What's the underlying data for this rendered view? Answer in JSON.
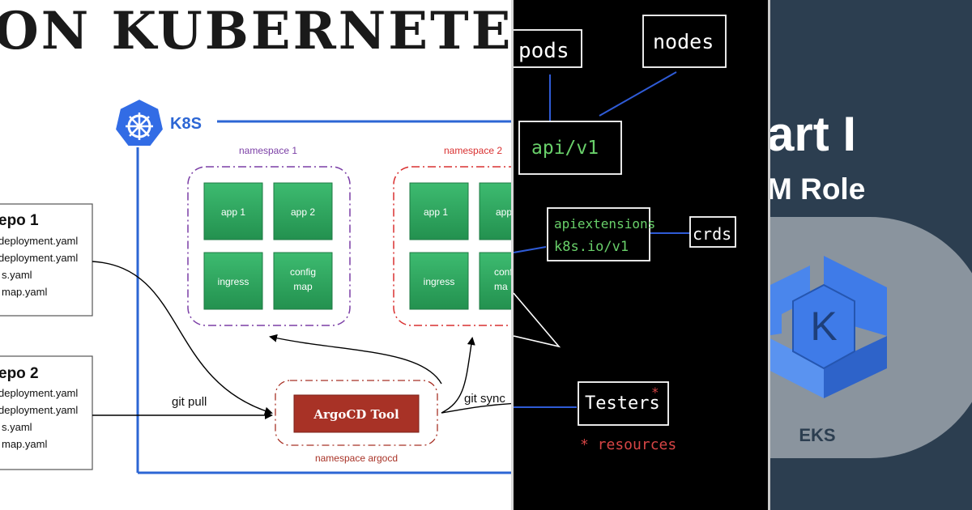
{
  "left_panel": {
    "title": "ON KUBERNETES",
    "k8s_label": "K8S",
    "namespaces": [
      {
        "label": "namespace 1",
        "color": "#7b3fa6",
        "apps": [
          "app 1",
          "app 2",
          "ingress",
          "config\nmap"
        ]
      },
      {
        "label": "namespace 2",
        "color": "#d93030",
        "apps": [
          "app 1",
          "app",
          "ingress",
          "confi\nma"
        ]
      }
    ],
    "repos": [
      {
        "title": "epo 1",
        "files": [
          "deployment.yaml",
          "deployment.yaml",
          "s.yaml",
          "map.yaml"
        ]
      },
      {
        "title": "epo 2",
        "files": [
          "deployment.yaml",
          "deployment.yaml",
          "s.yaml",
          "map.yaml"
        ]
      }
    ],
    "argocd_button": "ArgoCD Tool",
    "argocd_namespace": "namespace argocd",
    "git_pull": "git pull",
    "git_sync": "git sync",
    "colors": {
      "k8s_blue": "#2c66d4",
      "app_green": "#2ea862",
      "argocd_red": "#a83226"
    }
  },
  "middle_panel": {
    "boxes": {
      "pods": "pods",
      "nodes": "nodes",
      "api_v1": "api/v1",
      "apiext_line1": "apiextensions",
      "apiext_line2": "k8s.io/v1",
      "crds": "crds",
      "testers": "Testers",
      "testers_mark": "*",
      "resources": "* resources"
    },
    "colors": {
      "background": "#000000",
      "line_blue": "#2f5bd6",
      "hand_green": "#69d06a",
      "hand_red": "#d64545"
    }
  },
  "right_panel": {
    "title_line1": "art I",
    "title_line2": "M Role",
    "eks_label": "EKS",
    "k_letter": "K",
    "colors": {
      "background": "#2c3e50",
      "circle": "#8a949e",
      "eks_blue": "#3f7be8"
    }
  }
}
